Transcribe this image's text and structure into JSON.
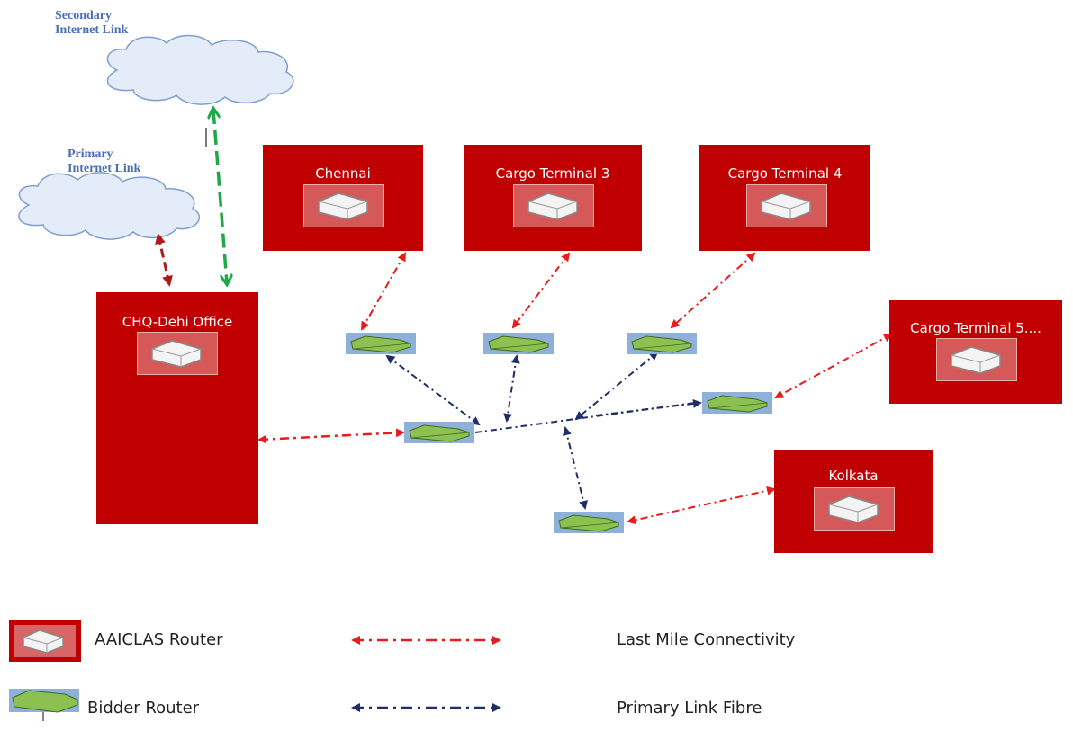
{
  "clouds": {
    "secondary": {
      "line1": "Secondary",
      "line2": "Internet Link"
    },
    "primary": {
      "line1": "Primary",
      "line2": "Internet Link"
    }
  },
  "sites": {
    "chq": "CHQ-Dehi Office",
    "chennai": "Chennai",
    "cargo3": "Cargo Terminal 3",
    "cargo4": "Cargo Terminal 4",
    "cargo5": "Cargo Terminal 5....",
    "kolkata": "Kolkata"
  },
  "legend": {
    "aaiclas_router": "AAICLAS Router",
    "bidder_router": "Bidder Router",
    "last_mile": "Last Mile Connectivity",
    "primary_fibre": "Primary Link Fibre"
  },
  "colors": {
    "site_red": "#c00000",
    "last_mile_red": "#e81c1c",
    "fibre_navy": "#1f2f66",
    "internet_green": "#1fa84a",
    "primary_uplink_red": "#b01818",
    "cloud_fill": "#e3ecf8",
    "cloud_stroke": "#7f9ed0"
  },
  "icons": {
    "aaiclas_router": "white-router-icon",
    "bidder_router": "green-router-icon",
    "cloud": "cloud-icon"
  }
}
